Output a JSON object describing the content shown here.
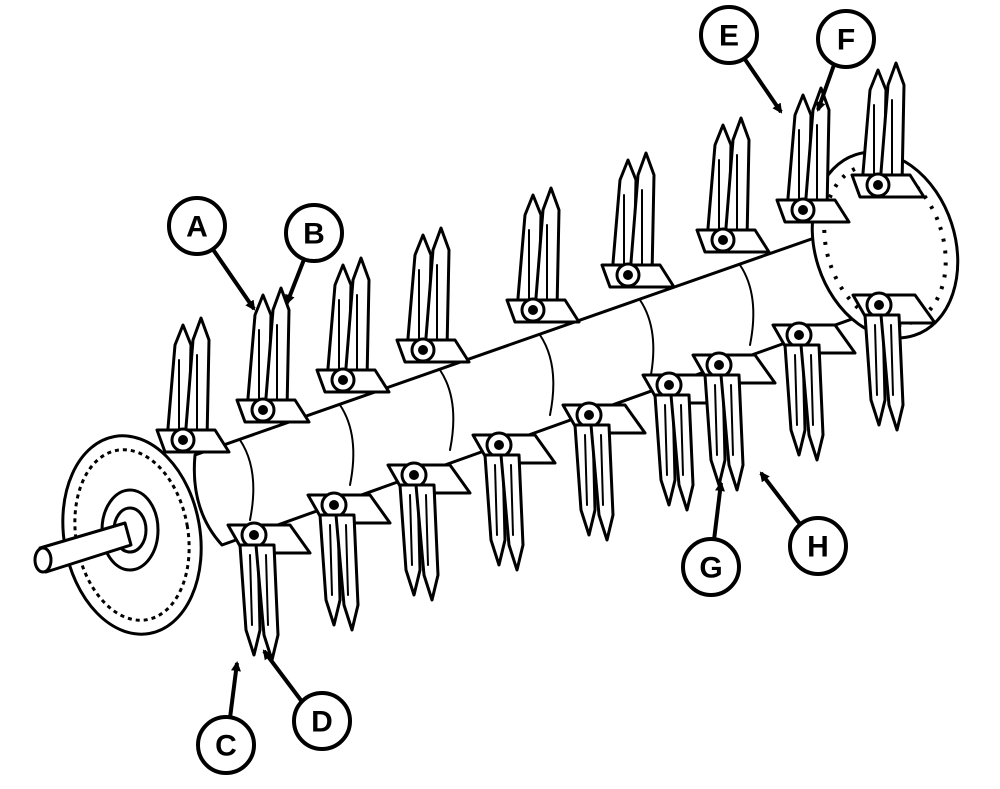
{
  "callouts": {
    "A": "A",
    "B": "B",
    "C": "C",
    "D": "D",
    "E": "E",
    "F": "F",
    "G": "G",
    "H": "H"
  },
  "colors": {
    "ink": "#000000",
    "paper": "#ffffff"
  }
}
